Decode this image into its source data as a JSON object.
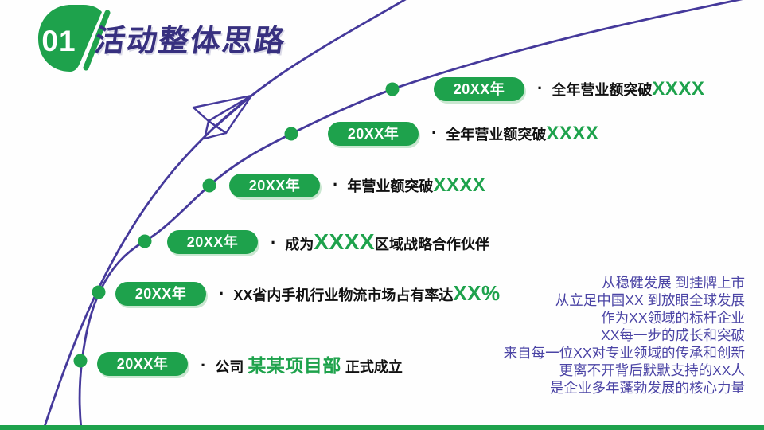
{
  "slide": {
    "section_number": "01",
    "title": "活动整体思路"
  },
  "timeline": {
    "rows": [
      {
        "year": "20XX年",
        "bullet": "·",
        "pre": "全年营业额突破",
        "highlight": "XXXX",
        "post": ""
      },
      {
        "year": "20XX年",
        "bullet": "·",
        "pre": "全年营业额突破",
        "highlight": "XXXX",
        "post": ""
      },
      {
        "year": "20XX年",
        "bullet": "·",
        "pre": "年营业额突破",
        "highlight": "XXXX",
        "post": ""
      },
      {
        "year": "20XX年",
        "bullet": "·",
        "pre": "成为",
        "highlight": "XXXX",
        "post": "区域战略合作伙伴"
      },
      {
        "year": "20XX年",
        "bullet": "·",
        "pre": "XX省内手机行业物流市场占有率达",
        "highlight": "XX%",
        "post": ""
      },
      {
        "year": "20XX年",
        "bullet": "·",
        "pre": "公司 ",
        "highlight": "某某项目部",
        "post": " 正式成立"
      }
    ]
  },
  "quote": {
    "lines": [
      "从稳健发展 到挂牌上市",
      "从立足中国XX 到放眼全球发展",
      "作为XX领域的标杆企业",
      "XX每一步的成长和突破",
      "来自每一位XX对专业领域的传承和创新",
      "更离不开背后默默支持的XX人",
      "是企业多年蓬勃发展的核心力量"
    ]
  },
  "icons": {
    "paper_plane": "paper-plane-icon",
    "timeline_dot": "timeline-dot-icon"
  },
  "colors": {
    "green": "#1ea24c",
    "green_soft": "#c9e7d0",
    "purple_title": "#37307f",
    "purple_line": "#45399b",
    "purple_quote": "#4b44a5",
    "ink": "#111111"
  }
}
